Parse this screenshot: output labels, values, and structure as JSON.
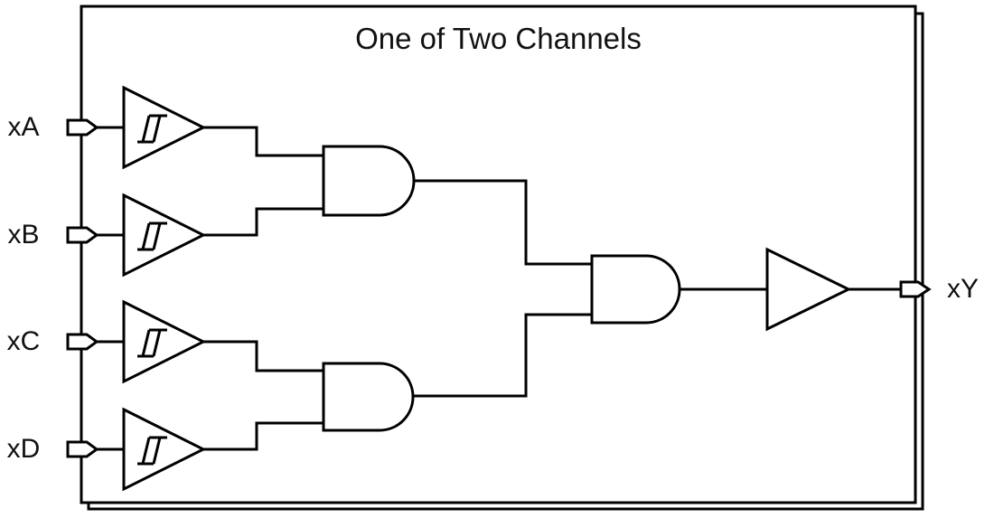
{
  "diagram": {
    "title": "One of Two Channels",
    "background_color": "#ffffff",
    "line_color": "#000000",
    "text_color": "#111111",
    "inputs": [
      {
        "id": "xA",
        "label": "xA"
      },
      {
        "id": "xB",
        "label": "xB"
      },
      {
        "id": "xC",
        "label": "xC"
      },
      {
        "id": "xD",
        "label": "xD"
      }
    ],
    "output": {
      "id": "xY",
      "label": "xY"
    },
    "components": [
      {
        "id": "schmitt-buffer-xA",
        "type": "schmitt-trigger-buffer"
      },
      {
        "id": "schmitt-buffer-xB",
        "type": "schmitt-trigger-buffer"
      },
      {
        "id": "schmitt-buffer-xC",
        "type": "schmitt-trigger-buffer"
      },
      {
        "id": "schmitt-buffer-xD",
        "type": "schmitt-trigger-buffer"
      },
      {
        "id": "and-gate-top",
        "type": "and-gate"
      },
      {
        "id": "and-gate-bottom",
        "type": "and-gate"
      },
      {
        "id": "and-gate-final",
        "type": "and-gate"
      },
      {
        "id": "output-buffer",
        "type": "buffer"
      }
    ]
  }
}
